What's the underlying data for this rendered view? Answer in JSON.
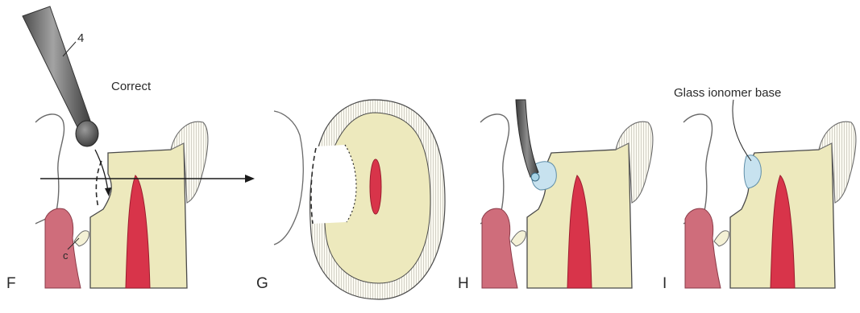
{
  "panels": [
    {
      "id": "F",
      "letter": "F"
    },
    {
      "id": "G",
      "letter": "G"
    },
    {
      "id": "H",
      "letter": "H"
    },
    {
      "id": "I",
      "letter": "I"
    }
  ],
  "labels": {
    "instrument_number": "4",
    "correct": "Correct",
    "c": "c",
    "glass_ionomer_base": "Glass ionomer base"
  },
  "colors": {
    "dentin": "#ede9bd",
    "pulp": "#d8344a",
    "gingiva": "#cf6d7b",
    "liner": "#c7e2ef",
    "outline": "#4a4a4a",
    "instrument": "#6f6f6f"
  }
}
